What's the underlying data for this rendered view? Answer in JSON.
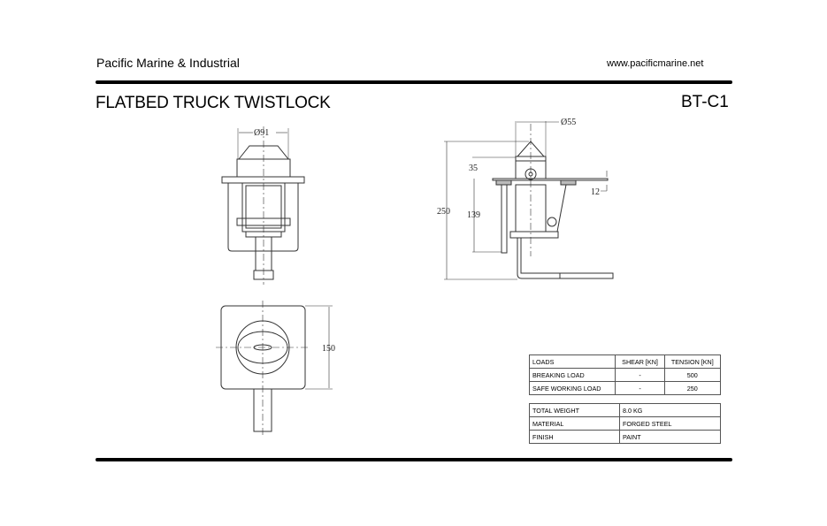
{
  "header": {
    "company": "Pacific Marine & Industrial",
    "website": "www.pacificmarine.net",
    "product_title": "FLATBED TRUCK TWISTLOCK",
    "product_code": "BT-C1"
  },
  "drawing": {
    "front_view": {
      "dims": {
        "diameter_top": "Ø91"
      }
    },
    "side_view": {
      "dims": {
        "diameter": "Ø55",
        "total_height": "250",
        "cone_height": "35",
        "body_height": "139",
        "plate_thickness": "12"
      }
    },
    "top_view": {
      "dims": {
        "width": "150"
      }
    }
  },
  "loads_table": {
    "headers": [
      "LOADS",
      "SHEAR [KN]",
      "TENSION [KN]"
    ],
    "rows": [
      [
        "BREAKING LOAD",
        "-",
        "500"
      ],
      [
        "SAFE WORKING LOAD",
        "-",
        "250"
      ]
    ]
  },
  "properties_table": {
    "rows": [
      [
        "TOTAL WEIGHT",
        "8.0 KG"
      ],
      [
        "MATERIAL",
        "FORGED STEEL"
      ],
      [
        "FINISH",
        "PAINT"
      ]
    ]
  }
}
